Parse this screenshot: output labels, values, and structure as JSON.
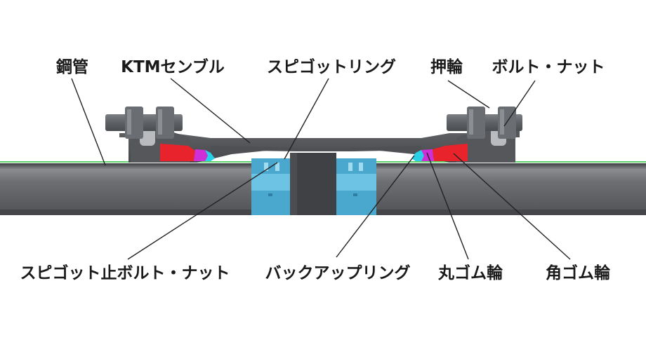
{
  "labels": {
    "steel_pipe": "鋼管",
    "ktm_assembly": "KTMセンブル",
    "spigot_ring": "スピゴットリング",
    "gland": "押輪",
    "bolt_nut": "ボルト・ナット",
    "spigot_stop_bolt_nut": "スピゴット止ボルト・ナット",
    "backup_ring": "バックアップリング",
    "round_rubber_ring": "丸ゴム輪",
    "square_rubber_ring": "角ゴム輪"
  },
  "colors": {
    "pipe_body": "#5b5d60",
    "pipe_highlight": "#8a8c90",
    "sleeve": "#56585c",
    "bolt": "#6e7175",
    "square_rubber": "#e8232b",
    "round_rubber": "#cf2fd6",
    "cyan_ring": "#2ad0e8",
    "backup_ring": "#4aa8cf",
    "surface_line": "#5fcf6a",
    "leader": "#222222"
  }
}
